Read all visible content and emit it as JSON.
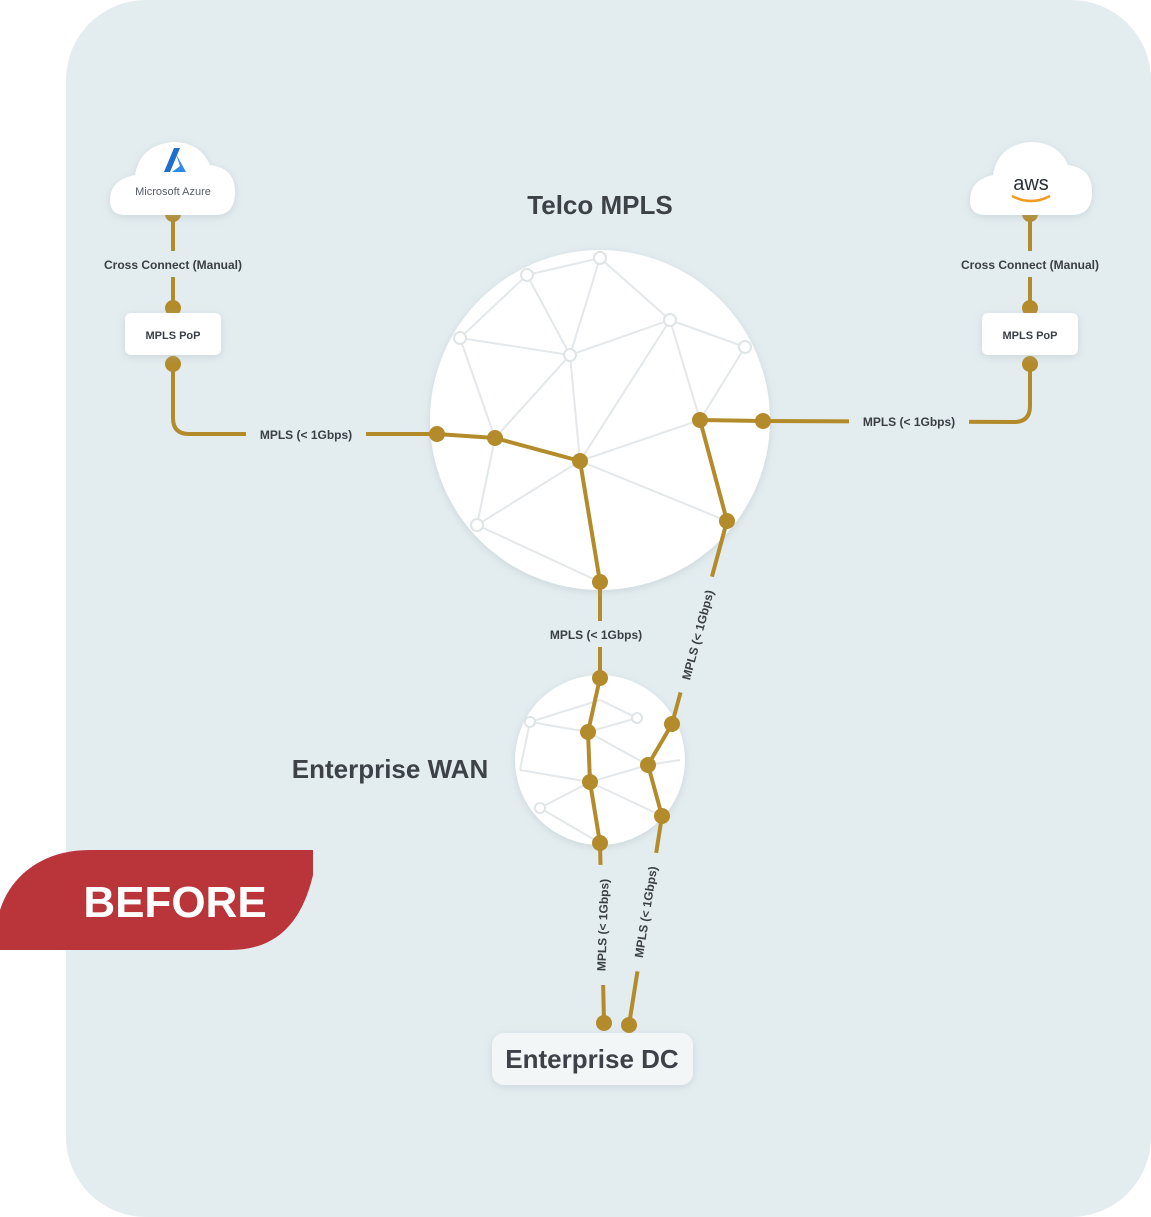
{
  "badge": {
    "label": "BEFORE",
    "color": "#b9353a"
  },
  "colors": {
    "background": "#e3ecef",
    "link": "#b38b2b",
    "node_outline": "#e7eaec"
  },
  "clouds": {
    "azure": {
      "name": "Microsoft Azure",
      "icon": "azure-logo-icon"
    },
    "aws": {
      "name": "aws",
      "icon": "aws-smile-icon"
    }
  },
  "titles": {
    "telco": "Telco MPLS",
    "enterprise_wan": "Enterprise WAN",
    "enterprise_dc": "Enterprise DC"
  },
  "labels": {
    "cross_connect_left": "Cross Connect (Manual)",
    "cross_connect_right": "Cross Connect (Manual)",
    "pop_left": "MPLS PoP",
    "pop_right": "MPLS PoP",
    "mpls_left": "MPLS (< 1Gbps)",
    "mpls_right": "MPLS (< 1Gbps)",
    "mpls_center": "MPLS (< 1Gbps)",
    "mpls_diagonal": "MPLS (< 1Gbps)",
    "mpls_dc_left": "MPLS (< 1Gbps)",
    "mpls_dc_right": "MPLS (< 1Gbps)"
  }
}
